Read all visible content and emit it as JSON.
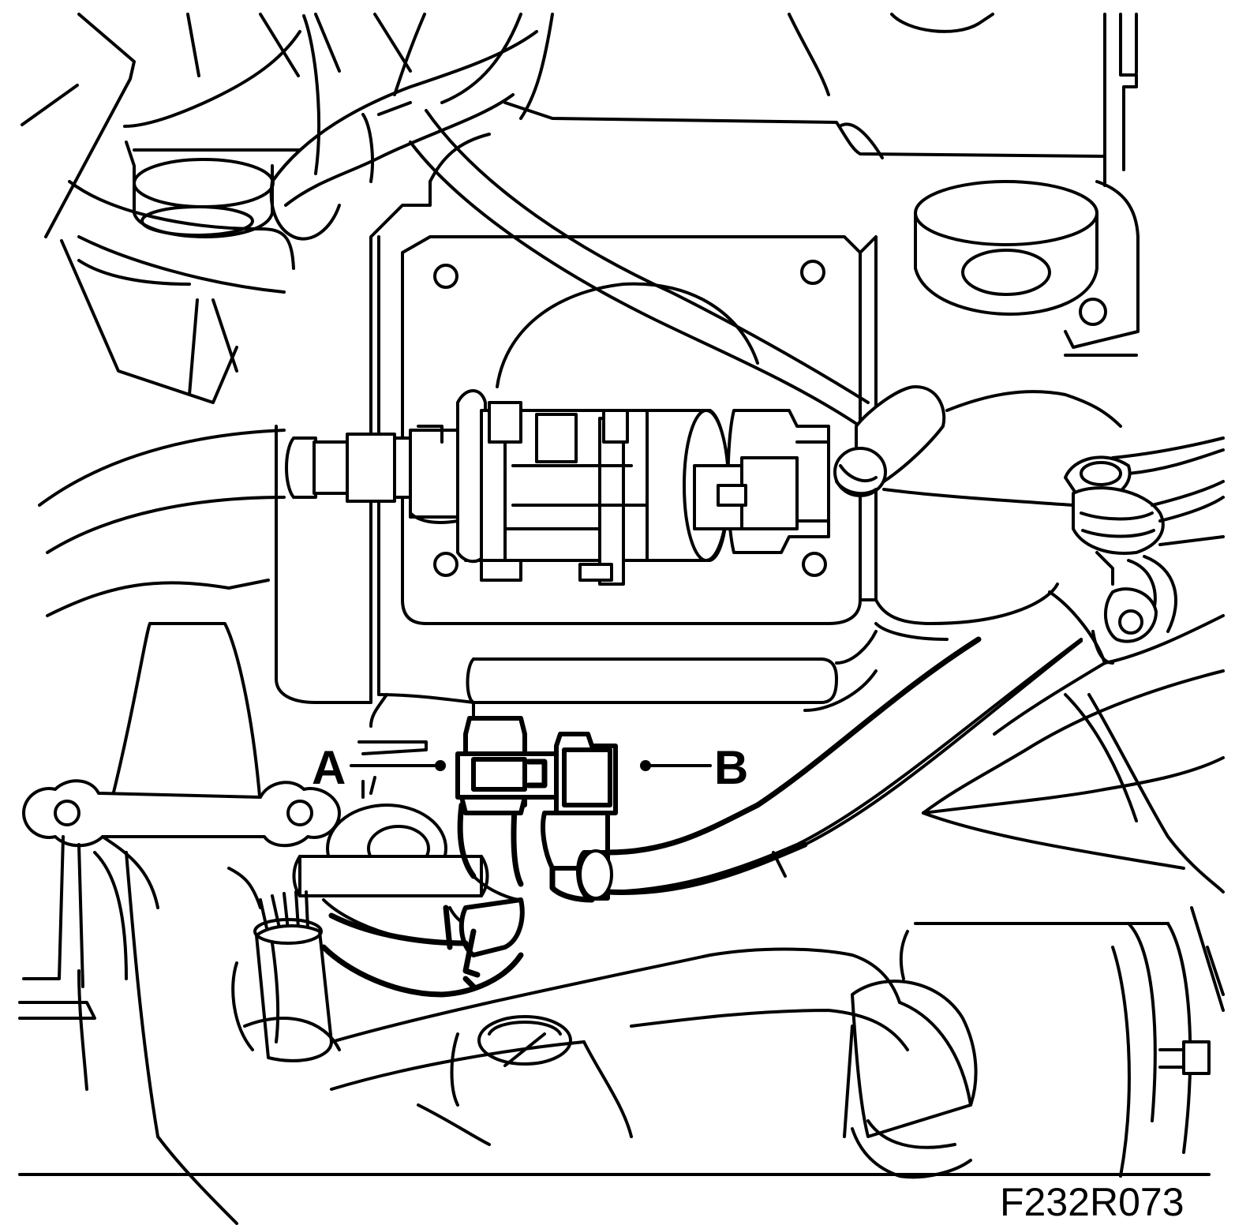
{
  "callouts": {
    "a": "A",
    "b": "B"
  },
  "figure_code": "F232R073"
}
